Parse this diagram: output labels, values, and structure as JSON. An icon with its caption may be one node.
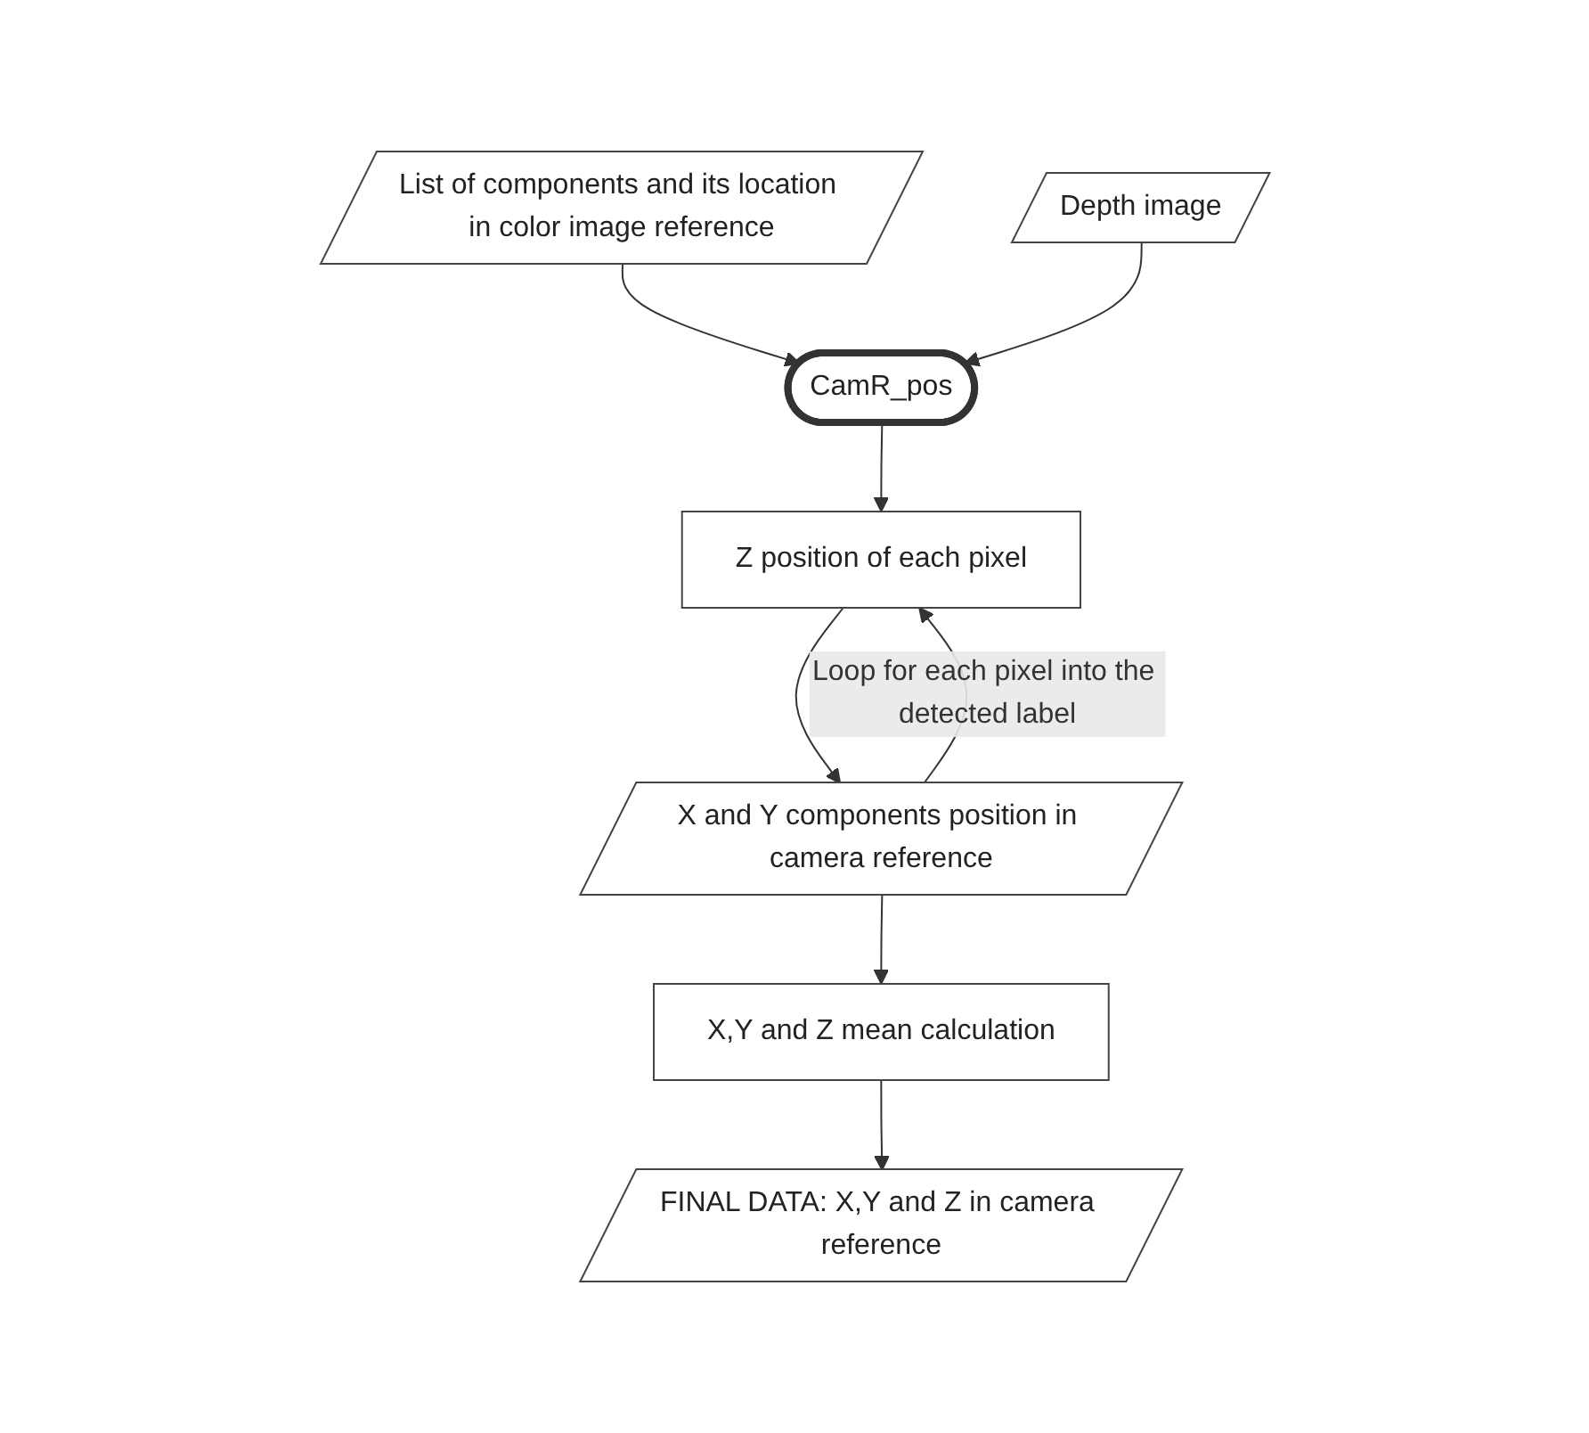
{
  "diagram": {
    "nodes": [
      {
        "text": [
          "List of components and its location in color image reference"
        ]
      },
      {
        "text": [
          "Depth image"
        ]
      },
      {
        "text": [
          "CamR_pos"
        ]
      },
      {
        "text": [
          "Z position of each pixel"
        ]
      },
      {
        "text": [
          "X and Y components position in camera reference"
        ]
      },
      {
        "text": [
          "X,Y and Z mean calculation"
        ]
      },
      {
        "text": [
          "FINAL DATA: X,Y and Z in camera reference"
        ]
      }
    ],
    "edges": [
      {
        "from": 0,
        "to": 2,
        "arrow": "to"
      },
      {
        "from": 1,
        "to": 2,
        "arrow": "to"
      },
      {
        "from": 2,
        "to": 3,
        "arrow": "to"
      },
      {
        "from": 3,
        "to": 4,
        "arrow": "to"
      },
      {
        "from": 4,
        "to": 3,
        "arrow": "to",
        "label": "Loop for each pixel into the detected label"
      },
      {
        "from": 4,
        "to": 5,
        "arrow": "to"
      },
      {
        "from": 5,
        "to": 6,
        "arrow": "to"
      }
    ]
  }
}
